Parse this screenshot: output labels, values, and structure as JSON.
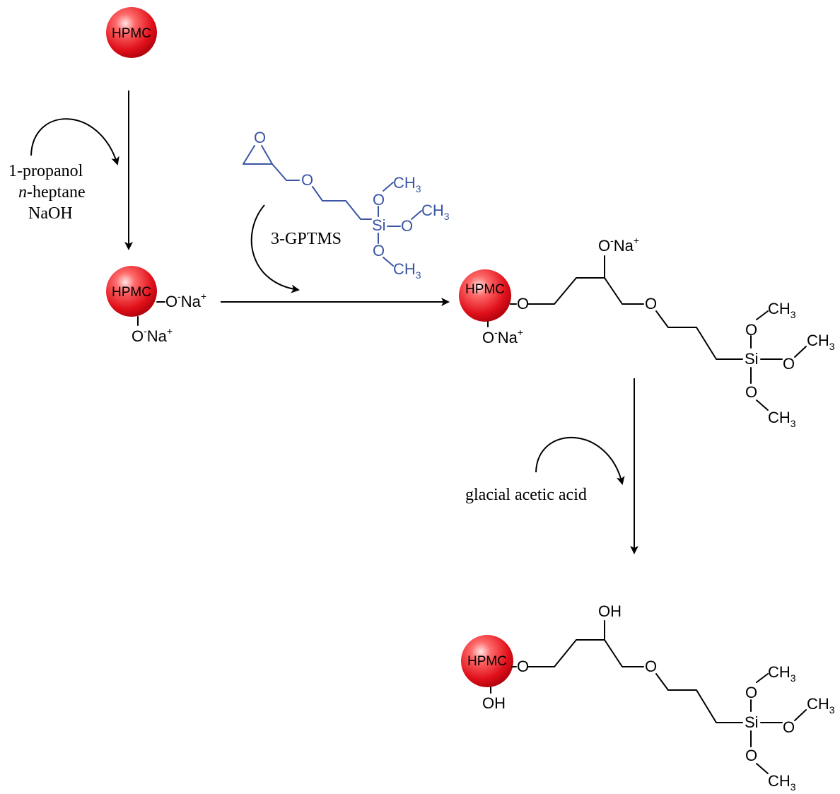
{
  "colors": {
    "reagent_blue": "#3a55a4",
    "sphere_red": "#e8101a",
    "sphere_highlight": "#ffd6d6"
  },
  "labels": {
    "hpmc": "HPMC",
    "o": "O",
    "o_minus": "O",
    "minus": "-",
    "na": "Na",
    "plus": "+",
    "oh": "OH",
    "si": "Si",
    "ch": "CH",
    "three": "3"
  },
  "reagents": {
    "step1_line1": "1-propanol",
    "step1_line2_italic": "n",
    "step1_line2_rest": "-heptane",
    "step1_line3": "NaOH",
    "step2": "3-GPTMS",
    "step3": "glacial acetic acid"
  }
}
